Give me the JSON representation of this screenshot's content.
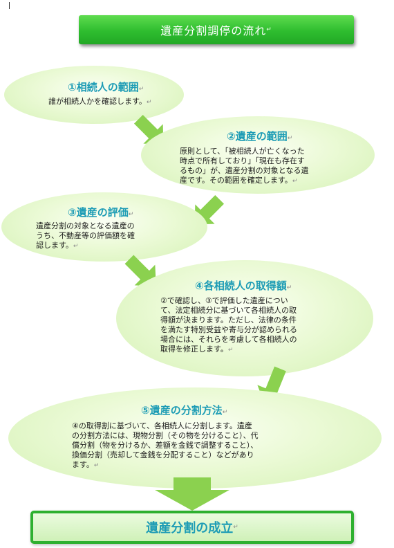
{
  "header": {
    "title": "遺産分割調停の流れ"
  },
  "paragraph_mark": "↵",
  "steps": [
    {
      "title": "①相続人の範囲",
      "lines": [
        "誰が相続人かを確認します。"
      ]
    },
    {
      "title": "②遺産の範囲",
      "lines": [
        "原則として、「被相続人が亡くなった",
        "時点で所有しており」「現在も存在す",
        "るもの」が、遺産分割の対象となる遺",
        "産です。その範囲を確定します。"
      ]
    },
    {
      "title": "③遺産の評価",
      "lines": [
        "遺産分割の対象となる遺産の",
        "うち、不動産等の評価額を確",
        "認します。"
      ]
    },
    {
      "title": "④各相続人の取得額",
      "lines": [
        "②で確認し、③で評価した遺産につい",
        "て、法定相続分に基づいて各相続人の取",
        "得額が決まります。ただし、法律の条件",
        "を満たす特別受益や寄与分が認められる",
        "場合には、それらを考慮して各相続人の",
        "取得を修正します。"
      ]
    },
    {
      "title": "⑤遺産の分割方法",
      "lines": [
        "④の取得割に基づいて、各相続人に分割します。遺産",
        "の分割方法には、現物分割（その物を分けること）、代",
        "償分割（物を分けるか、差額を金銭で調整すること）、",
        "換価分割（売却して金銭を分配すること）などがあり",
        "ます。"
      ]
    }
  ],
  "final": {
    "title": "遺産分割の成立"
  },
  "colors": {
    "accent_green": "#2eb030",
    "title_blue": "#1d9cb5",
    "arrow_green": "#8bd14f",
    "ellipse_fill": "#e3f7cc"
  }
}
